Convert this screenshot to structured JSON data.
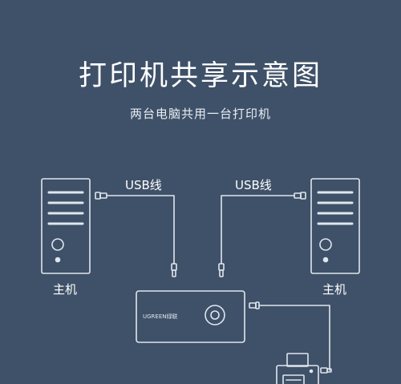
{
  "title": "打印机共享示意图",
  "subtitle": "两台电脑共用一台打印机",
  "left_cable_label": "USB线",
  "right_cable_label": "USB线",
  "left_pc_label": "主机",
  "right_pc_label": "主机",
  "switch_brand": "UGREEN绿联",
  "colors": {
    "background": "#3f5168",
    "line": "#dfe6ee"
  }
}
